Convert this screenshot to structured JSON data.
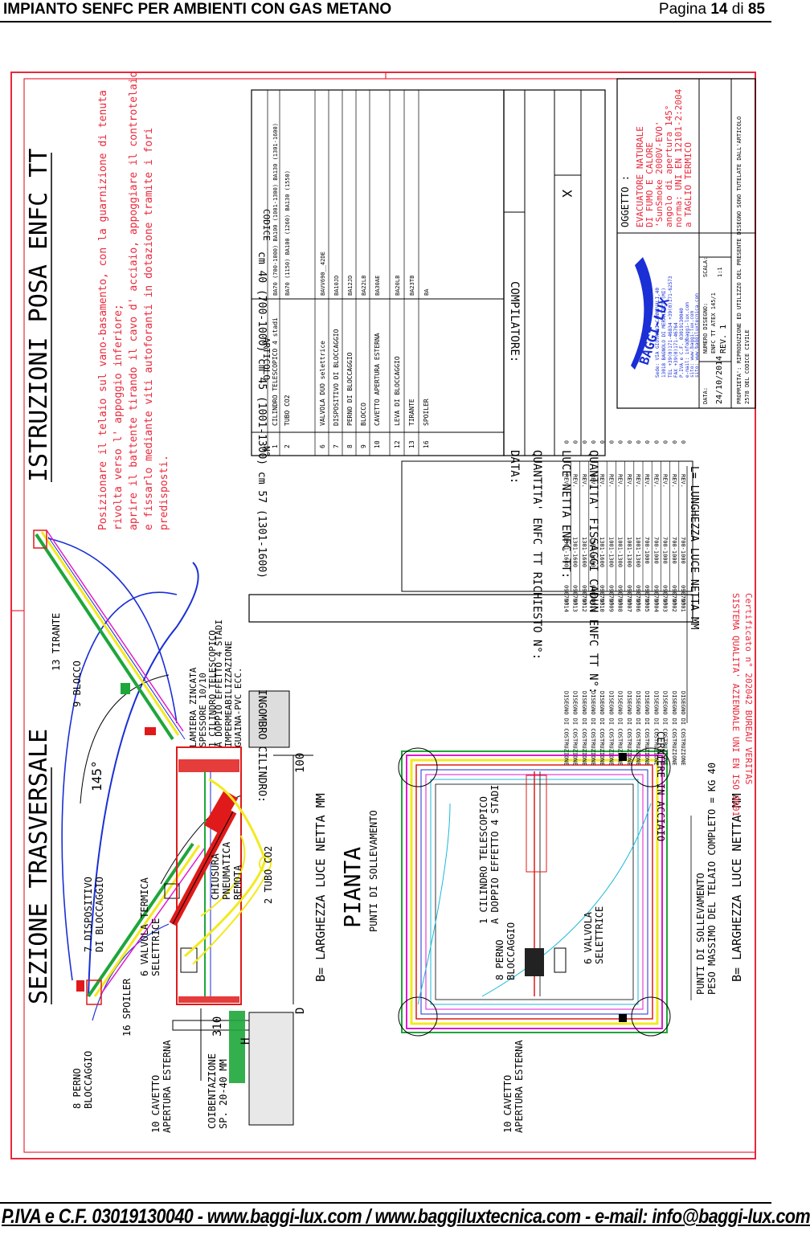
{
  "header": {
    "title": "IMPIANTO SENFC PER AMBIENTI CON GAS METANO",
    "page_word": "Pagina",
    "page_number": "14",
    "page_of": "di",
    "page_total": "85"
  },
  "drawing": {
    "sezione_title": "SEZIONE TRASVERSALE",
    "istruzioni_title": "ISTRUZIONI POSA ENFC TT",
    "instructions": [
      "Posizionare il telaio sul vano-basamento, con la guarnizione di tenuta",
      "rivolta verso l' appoggio inferiore;",
      "aprire il battente tirando il cavo d' acciaio, appoggiare il controtelaio",
      "e fissarlo mediante viti autoforanti in dotazione tramite i fori",
      "predisposti."
    ],
    "callouts": {
      "perno": [
        "8  PERNO",
        "BLOCCAGGIO"
      ],
      "cavetto": [
        "10 CAVETTO",
        "APERTURA ESTERNA"
      ],
      "coibentazione": [
        "COIBENTAZIONE",
        "SP. 20-40 MM"
      ],
      "spoiler": "16 SPOILER",
      "dispositivo": [
        "7  DISPOSITIVO",
        "DI BLOCCAGGIO"
      ],
      "valvola_termica": [
        "6 VALVOLA TERMICA",
        "SELETTRICE"
      ],
      "chiusura": [
        "CHIUSURA",
        "PNEUMATICA",
        "REMOTA"
      ],
      "tubo": "2 TUBO CO2",
      "blocco": "9  BLOCCO",
      "tirante": "13  TIRANTE",
      "angle": "145°",
      "layers": [
        "LAMIERA ZINCATA",
        "SPESSORE 10/10",
        "1  CILINDRO TELESCOPICO",
        "A DOPPIO EFFETTO 4 STADI",
        "IMPERMEABILIZZAZIONE",
        "GUAINA-PVC ECC."
      ],
      "dim_310": "310",
      "dim_100": "100",
      "dim_d": "D",
      "dim_h": "H",
      "b_larghezza": "B= LARGHEZZA LUCE NETTA MM"
    },
    "pianta": {
      "title": "PIANTA",
      "punti_sollevamento": "PUNTI DI SOLLEVAMENTO",
      "cilindro": [
        "1  CILINDRO TELESCOPICO",
        "A DOPPIO EFFETTO 4 STADI"
      ],
      "perno": [
        "8  PERNO",
        "BLOCCAGGIO"
      ],
      "valvola": [
        "6  VALVOLA",
        "SELETTRICE"
      ],
      "peso": [
        "PUNTI DI SOLLEVAMENTO",
        "PESO MASSIMO DEL TELAIO COMPLETO = KG 40"
      ],
      "b_larghezza": "B= LARGHEZZA LUCE NETTA MM",
      "cerniere": "CERNIERE IN ACCIAIO",
      "lunghezza": "L= LUNGHEZZA LUCE NETTA MM",
      "cavetto": [
        "10 CAVETTO",
        "APERTURA ESTERNA"
      ]
    },
    "ingombro": {
      "label": "INGOMBRO CILINDRO:",
      "values": "cm 40 (700-1000)  cm 45 (1001-1300)  cm 57 (1301-1600)"
    },
    "dwg_list": {
      "rows": [
        [
          "DISEGNO DI COSTRUZIONE",
          "N°",
          "09070001",
          "700-1000",
          "REV.",
          "0"
        ],
        [
          "DISEGNO DI COSTRUZIONE",
          "N°",
          "09070002",
          "700-1000",
          "REV.",
          "0"
        ],
        [
          "DISEGNO DI COSTRUZIONE",
          "N°",
          "09070003",
          "700-1000",
          "REV.",
          "0"
        ],
        [
          "DISEGNO DI COSTRUZIONE",
          "N°",
          "09070004",
          "700-1000",
          "REV.",
          "0"
        ],
        [
          "DISEGNO DI COSTRUZIONE",
          "N°",
          "09070005",
          "700-1000",
          "REV.",
          "0"
        ],
        [
          "DISEGNO DI COSTRUZIONE",
          "N°",
          "09070006",
          "1001-1300",
          "REV.",
          "0"
        ],
        [
          "DISEGNO DI COSTRUZIONE",
          "N°",
          "09070007",
          "1001-1300",
          "REV.",
          "0"
        ],
        [
          "DISEGNO DI COSTRUZIONE",
          "N°",
          "09070008",
          "1001-1300",
          "REV.",
          "0"
        ],
        [
          "DISEGNO DI COSTRUZIONE",
          "N°",
          "09070009",
          "1001-1300",
          "REV.",
          "0"
        ],
        [
          "DISEGNO DI COSTRUZIONE",
          "N°",
          "09070010",
          "1301-1600",
          "REV.",
          "0"
        ],
        [
          "DISEGNO DI COSTRUZIONE",
          "N°",
          "09070011",
          "1301-1600",
          "REV.",
          "0"
        ],
        [
          "DISEGNO DI COSTRUZIONE",
          "N°",
          "09070012",
          "1301-1600",
          "REV.",
          "0"
        ],
        [
          "DISEGNO DI COSTRUZIONE",
          "N°",
          "09070013",
          "1301-1600",
          "REV.",
          "0"
        ],
        [
          "DISEGNO DI COSTRUZIONE",
          "N°",
          "09070014",
          "1301-1600",
          "REV.",
          "0"
        ]
      ]
    },
    "sistema": [
      "SISTEMA QUALITA' AZIENDALE UNI EN ISO 9001",
      "Certificato n° 202042 BUREAU VERITAS"
    ],
    "parts_table": {
      "headers": [
        "N°",
        "ARTICOLO",
        "CODICE"
      ],
      "rows": [
        [
          "1",
          "CILINDRO TELESCOPICO 4 stadi",
          "BA70 (700-1000) BA100 (1001-1300) BA130 (1301-1600)"
        ],
        [
          "2",
          "TUBO CO2",
          "BA70 (1150) BA100 (1260) BA130 (1550)"
        ],
        [
          "6",
          "VALVOLA DUO selettrice",
          "BAVV690__42DE"
        ],
        [
          "7",
          "DISPOSITIVO DI BLOCCAGGIO",
          "BA10JD"
        ],
        [
          "8",
          "PERNO DI BLOCCAGGIO",
          "BA12JD"
        ],
        [
          "9",
          "BLOCCO",
          "BA22LB"
        ],
        [
          "10",
          "CAVETTO APERTURA ESTERNA",
          "BA30AE"
        ],
        [
          "12",
          "LEVA DI BLOCCAGGIO",
          "BA20LB"
        ],
        [
          "13",
          "TIRANTE",
          "BA23TB"
        ],
        [
          "16",
          "SPOILER",
          "BA"
        ]
      ],
      "data": "DATA:",
      "compilatore": "COMPILATORE:",
      "quantita_richiesto": "QUANTITA' ENFC TT RICHIESTO N°:",
      "luce_netta": "LUCE NETTA ENFC TT:",
      "mark": "X",
      "fissaggi": "QUANTITA' FISSAGGI CADUN ENFC TT N°:"
    },
    "title_block": {
      "logo": "BAGGI-LUX",
      "company_lines": [
        "Sede: VIA GIOVANNI CANNEVALI,40",
        "13018 BAGNOLO DI MERANIZZI (MI)",
        "TEL +39(0)171-46834 +39(0)171-62573",
        "FAX +39(0)171-46764",
        "P.IVA e C.F. 03019130040",
        "e-mail: info@baggi-lux.com",
        "sito: www.baggi-lux.com",
        "sito: www.baggiluxtecnica.com"
      ],
      "oggetto": "OGGETTO :",
      "oggetto_lines": [
        "EVACUATORE NATURALE",
        "DI FUMO E CALORE",
        "'SunSmoke 2000V-EVO'",
        "angolo di apertura 145°",
        "norma: UNI EN 12101-2:2004",
        "a TAGLIO TERMICO"
      ],
      "data_label": "DATA:",
      "data_value": "24/10/2014",
      "numero_label": "NUMERO DISEGNO:",
      "numero_value": "ENFC TT ATEX 145/1",
      "rev": "REV. 1",
      "scala_label": "SCALA:",
      "scala_value": "1:1",
      "proprieta": [
        "PROPRIETA': RIPRODUZIONE ED UTILIZZO DEL PRESENTE DISEGNO SONO TUTELATE DALL'ARTICOLO",
        "2578 DEL CODICE CIVILE"
      ]
    }
  },
  "footer": {
    "text": "P.IVA e C.F. 03019130040 - www.baggi-lux.com / www.baggiluxtecnica.com - e-mail: info@baggi-lux.com"
  },
  "colors": {
    "frame_red": "#e8283a",
    "arc_blue": "#1a2fd6",
    "yellow": "#f2ea1e",
    "green": "#1ea63a",
    "magenta": "#e01ad0",
    "cyan": "#1ab8d8",
    "red_dim": "#e01a1a"
  }
}
